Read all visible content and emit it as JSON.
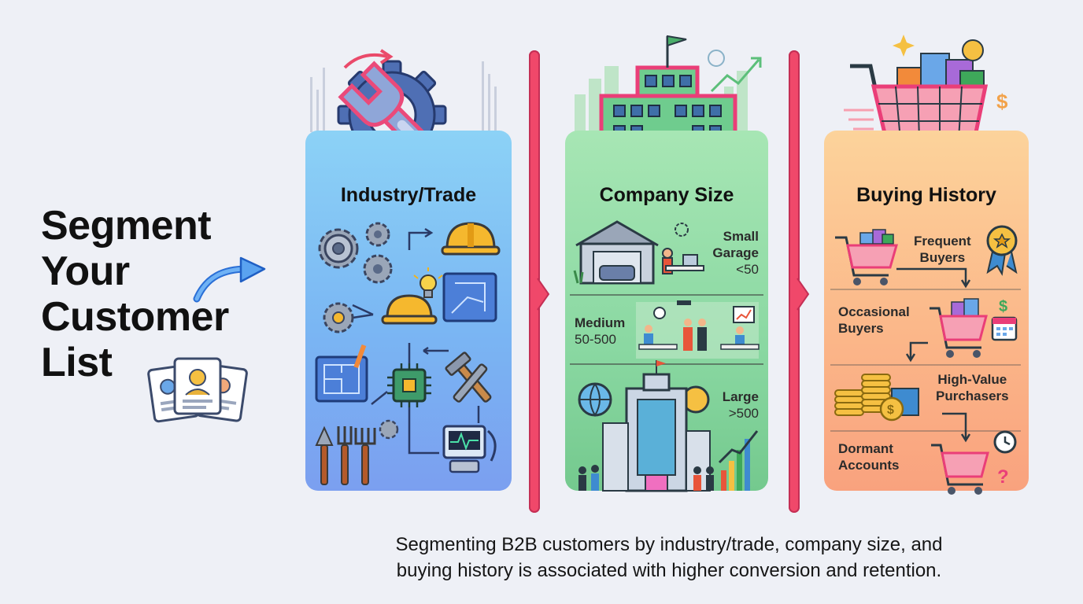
{
  "headline": {
    "lines": [
      "Segment",
      "Your",
      "Customer",
      "List"
    ]
  },
  "panels": {
    "industry": {
      "title": "Industry/Trade"
    },
    "size": {
      "title": "Company Size",
      "tiers": {
        "small": {
          "name": "Small",
          "sub": "Garage",
          "range": "<50"
        },
        "medium": {
          "name": "Medium",
          "range": "50-500"
        },
        "large": {
          "name": "Large",
          "range": ">500"
        }
      }
    },
    "history": {
      "title": "Buying History",
      "segments": {
        "frequent": {
          "line1": "Frequent",
          "line2": "Buyers"
        },
        "occasional": {
          "line1": "Occasional",
          "line2": "Buyers"
        },
        "highvalue": {
          "line1": "High-Value",
          "line2": "Purchasers"
        },
        "dormant": {
          "line1": "Dormant",
          "line2": "Accounts"
        }
      }
    }
  },
  "caption": {
    "line1": "Segmenting B2B customers by industry/trade, company size, and",
    "line2": "buying history is associated with higher conversion and retention."
  },
  "colors": {
    "accent_red": "#f0486a",
    "industry_panel": "#7ab6f3",
    "size_panel": "#8ad8a2",
    "history_panel": "#fbb588"
  }
}
